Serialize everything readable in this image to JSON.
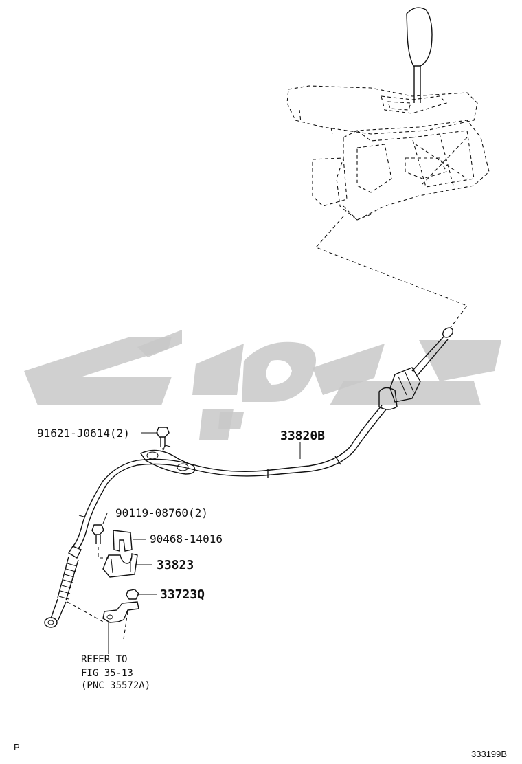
{
  "watermark": {
    "text": "",
    "color": "#c8c8c8"
  },
  "parts": [
    {
      "id": "bolt-top",
      "number": "91621-J0614",
      "qty": "(2)"
    },
    {
      "id": "cable",
      "number": "33820B",
      "qty": ""
    },
    {
      "id": "bolt-small",
      "number": "90119-08760",
      "qty": "(2)"
    },
    {
      "id": "clip",
      "number": "90468-14016",
      "qty": ""
    },
    {
      "id": "bracket",
      "number": "33823",
      "qty": ""
    },
    {
      "id": "nut",
      "number": "33723Q",
      "qty": ""
    }
  ],
  "reference": {
    "line1": "REFER TO",
    "line2": "FIG 35-13",
    "line3": "(PNC 35572A)"
  },
  "footer": {
    "left": "P",
    "right": "333199B"
  }
}
